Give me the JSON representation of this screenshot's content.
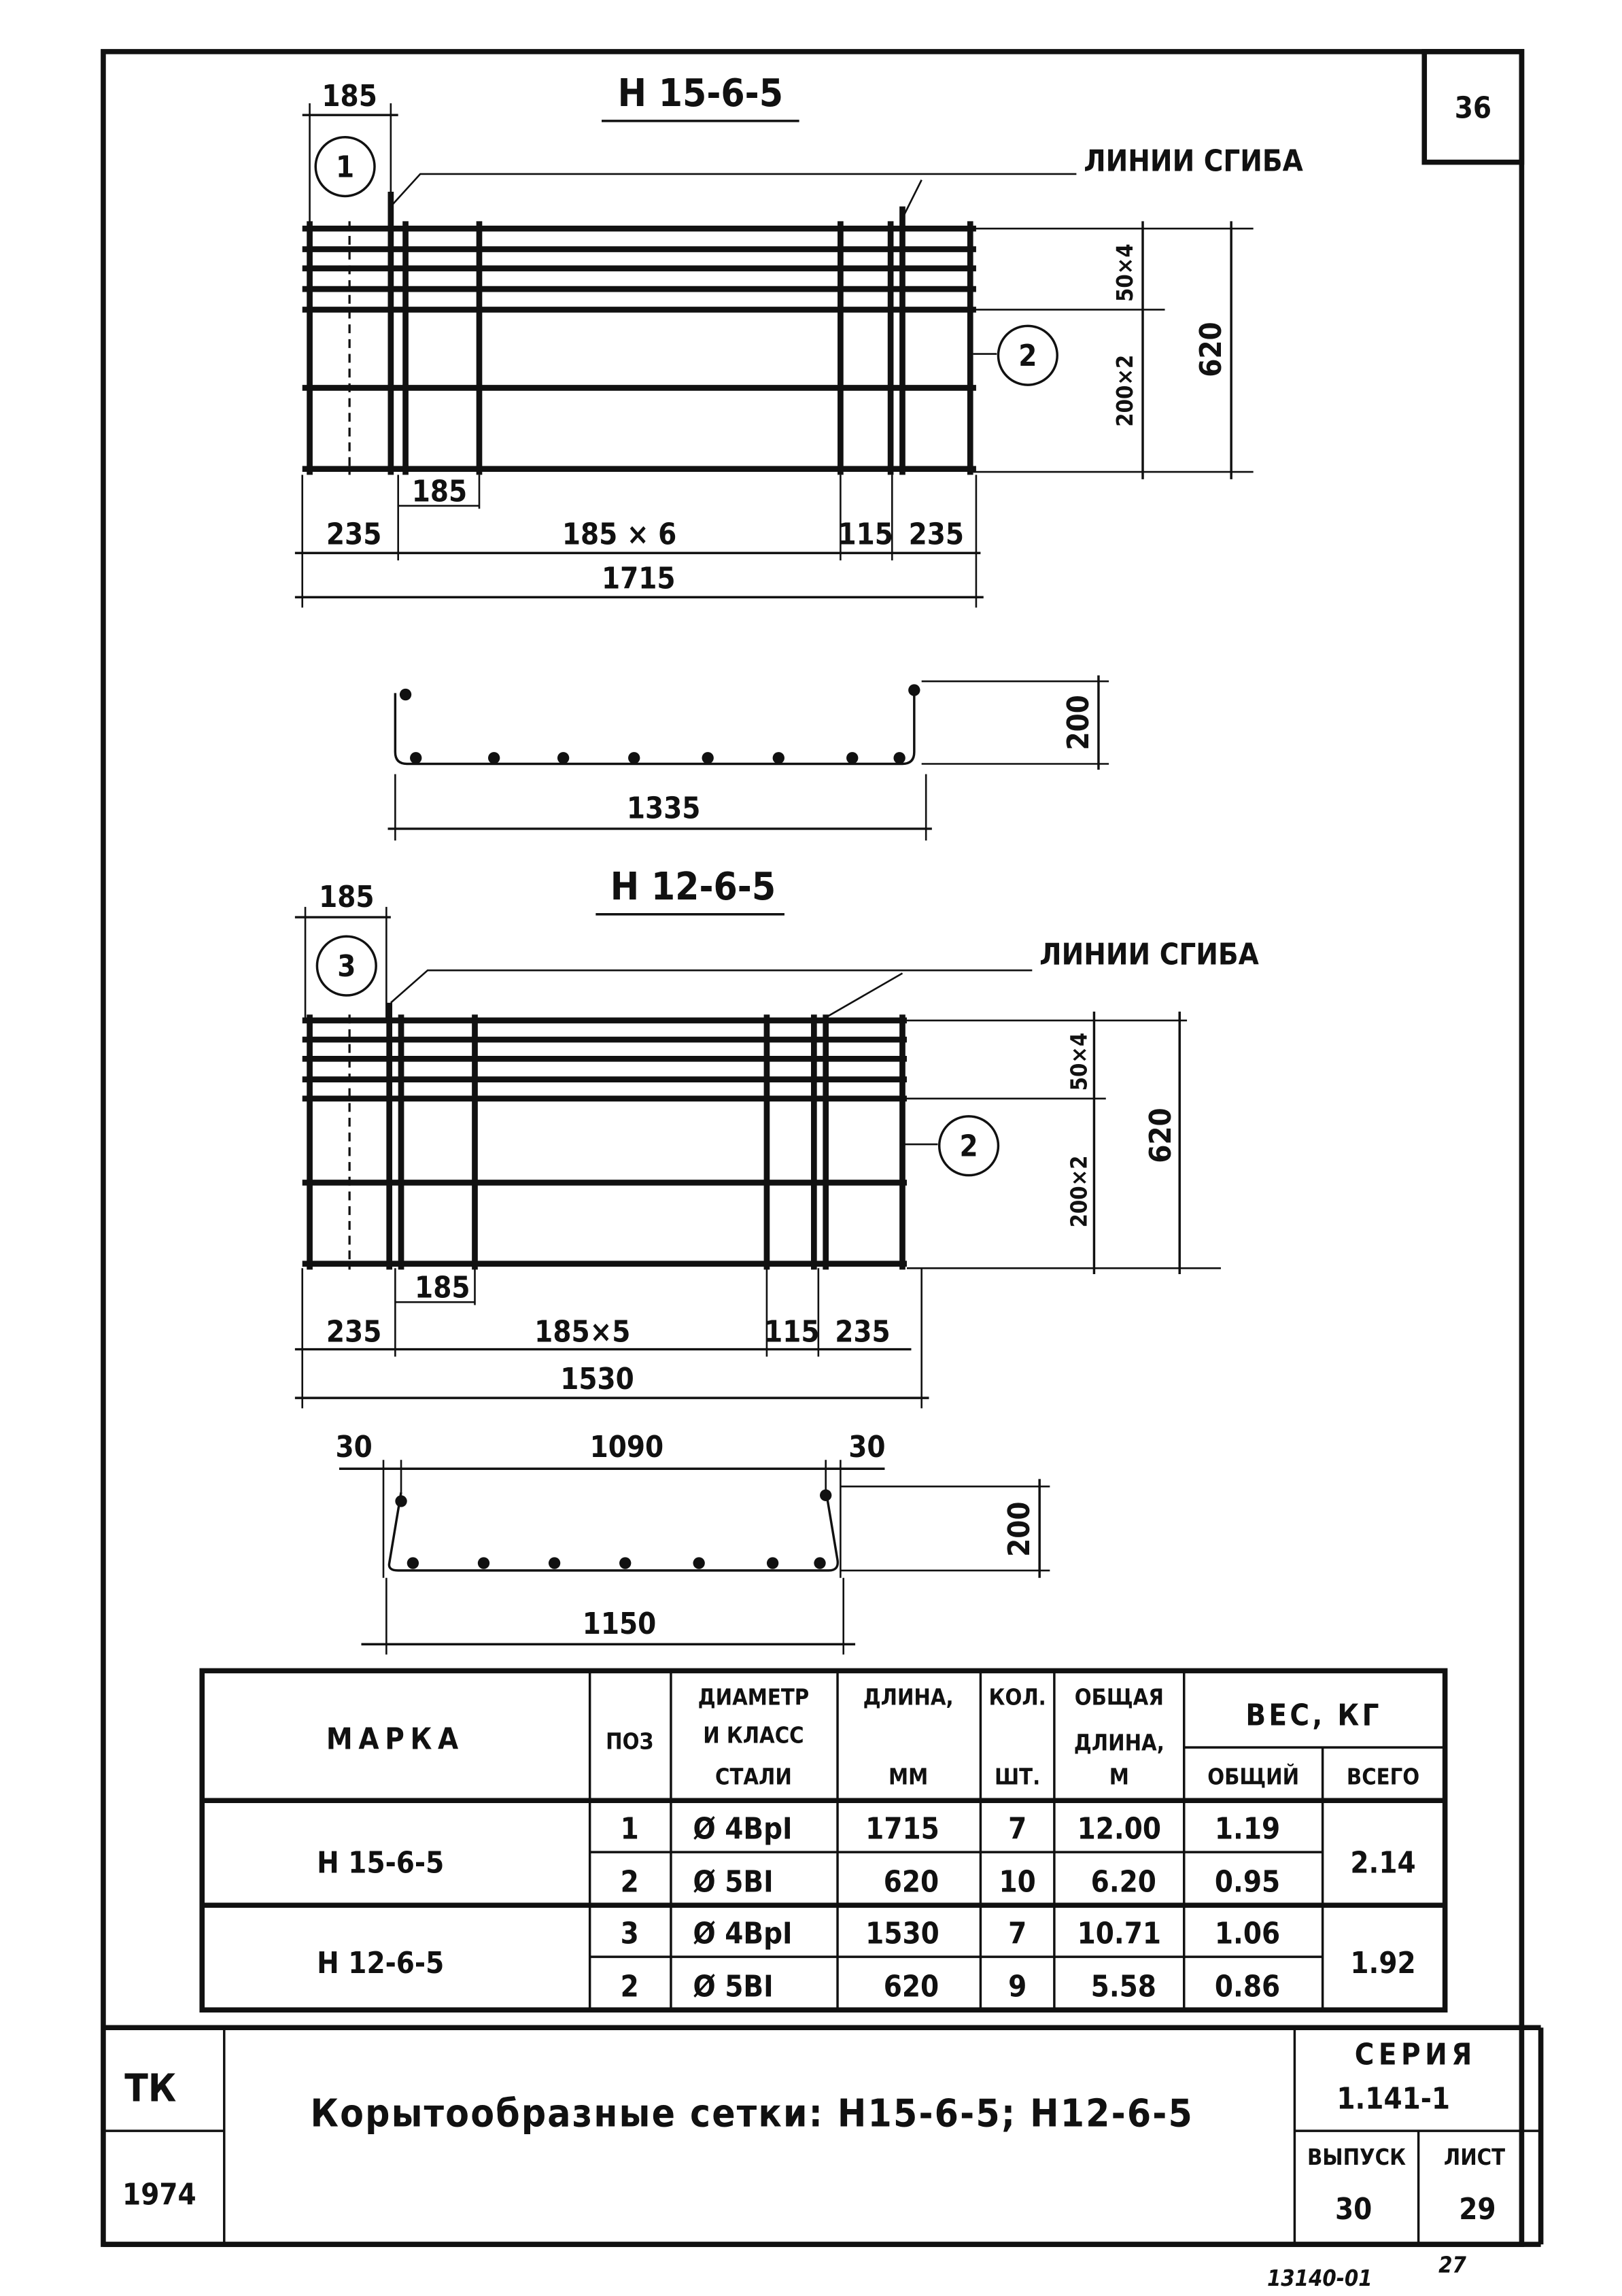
{
  "sheet_number": "36",
  "bend_lines_label": "ЛИНИИ СГИБА",
  "mesh1": {
    "title": "Н 15-6-5",
    "top_dim": "185",
    "pos_left": "1",
    "pos_right": "2",
    "dim_50x4": "50×4",
    "dim_200x2": "200×2",
    "height": "620",
    "dim_185": "185",
    "dim_235_left": "235",
    "dim_mid": "185 × 6",
    "dim_115": "115",
    "dim_235_right": "235",
    "total": "1715",
    "section_height": "200",
    "section_width": "1335"
  },
  "mesh2": {
    "title": "Н 12-6-5",
    "top_dim": "185",
    "pos_left": "3",
    "pos_right": "2",
    "dim_50x4": "50×4",
    "dim_200x2": "200×2",
    "height": "620",
    "dim_185": "185",
    "dim_235_left": "235",
    "dim_mid": "185×5",
    "dim_115": "115",
    "dim_235_right": "235",
    "total": "1530",
    "section_top_left": "30",
    "section_top_mid": "1090",
    "section_top_right": "30",
    "section_height": "200",
    "section_width": "1150"
  },
  "table": {
    "headers": {
      "mark": "МАРКА",
      "pos": "ПОЗ",
      "diam_1": "ДИАМЕТР",
      "diam_2": "И КЛАСС",
      "diam_3": "СТАЛИ",
      "len_1": "ДЛИНА,",
      "len_2": "ММ",
      "qty_1": "КОЛ.",
      "qty_2": "ШТ.",
      "total_1": "ОБЩАЯ",
      "total_2": "ДЛИНА,",
      "total_3": "М",
      "weight": "ВЕС, КГ",
      "weight_each": "ОБЩИЙ",
      "weight_all": "ВСЕГО"
    },
    "groups": [
      {
        "mark": "Н 15-6-5",
        "total_weight": "2.14",
        "rows": [
          {
            "pos": "1",
            "diam": "Ø 4ВрI",
            "length": "1715",
            "qty": "7",
            "total_length": "12.00",
            "weight": "1.19"
          },
          {
            "pos": "2",
            "diam": "Ø 5ВI",
            "length": "620",
            "qty": "10",
            "total_length": "6.20",
            "weight": "0.95"
          }
        ]
      },
      {
        "mark": "Н 12-6-5",
        "total_weight": "1.92",
        "rows": [
          {
            "pos": "3",
            "diam": "Ø 4ВрI",
            "length": "1530",
            "qty": "7",
            "total_length": "10.71",
            "weight": "1.06"
          },
          {
            "pos": "2",
            "diam": "Ø 5ВI",
            "length": "620",
            "qty": "9",
            "total_length": "5.58",
            "weight": "0.86"
          }
        ]
      }
    ]
  },
  "title_block": {
    "org": "ТК",
    "year": "1974",
    "title": "Корытообразные сетки: Н15-6-5; Н12-6-5",
    "series_label": "СЕРИЯ",
    "series": "1.141-1",
    "issue_label": "ВЫПУСК",
    "issue": "30",
    "sheet_label": "ЛИСТ",
    "sheet": "29"
  },
  "footer_note": "13140-01",
  "footer_page": "27"
}
